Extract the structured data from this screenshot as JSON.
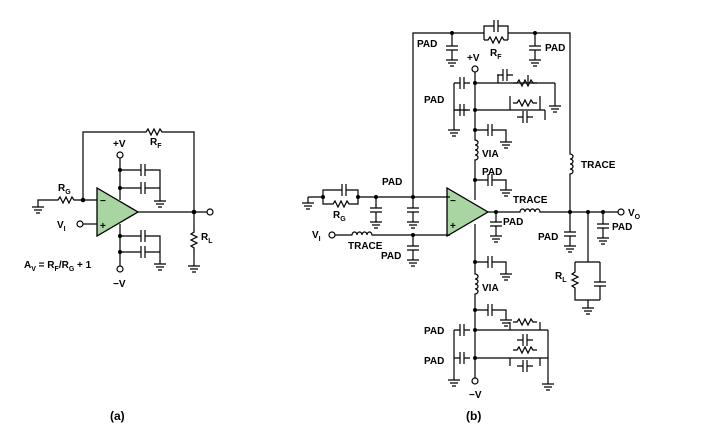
{
  "colors": {
    "opamp_fill": "#a8d5a2",
    "wire": "#000000"
  },
  "diagram_a": {
    "caption": "(a)",
    "supply_pos": "+V",
    "supply_neg": "−V",
    "minus_sign": "−",
    "plus_sign": "+",
    "rf": {
      "main": "R",
      "sub": "F"
    },
    "rg": {
      "main": "R",
      "sub": "G"
    },
    "rl": {
      "main": "R",
      "sub": "L"
    },
    "vi": {
      "main": "V",
      "sub": "I"
    },
    "gain": {
      "a": "A",
      "a_sub": "V",
      "eq": " = R",
      "f_sub": "F",
      "div": "/R",
      "g_sub": "G",
      "tail": " + 1"
    }
  },
  "diagram_b": {
    "caption": "(b)",
    "pad": "PAD",
    "via": "VIA",
    "trace": "TRACE",
    "supply_pos": "+V",
    "supply_neg": "−V",
    "minus_sign": "−",
    "plus_sign": "+",
    "rf": {
      "main": "R",
      "sub": "F"
    },
    "rg": {
      "main": "R",
      "sub": "G"
    },
    "rl": {
      "main": "R",
      "sub": "L"
    },
    "vi": {
      "main": "V",
      "sub": "I"
    },
    "vo": {
      "main": "V",
      "sub": "O"
    }
  }
}
